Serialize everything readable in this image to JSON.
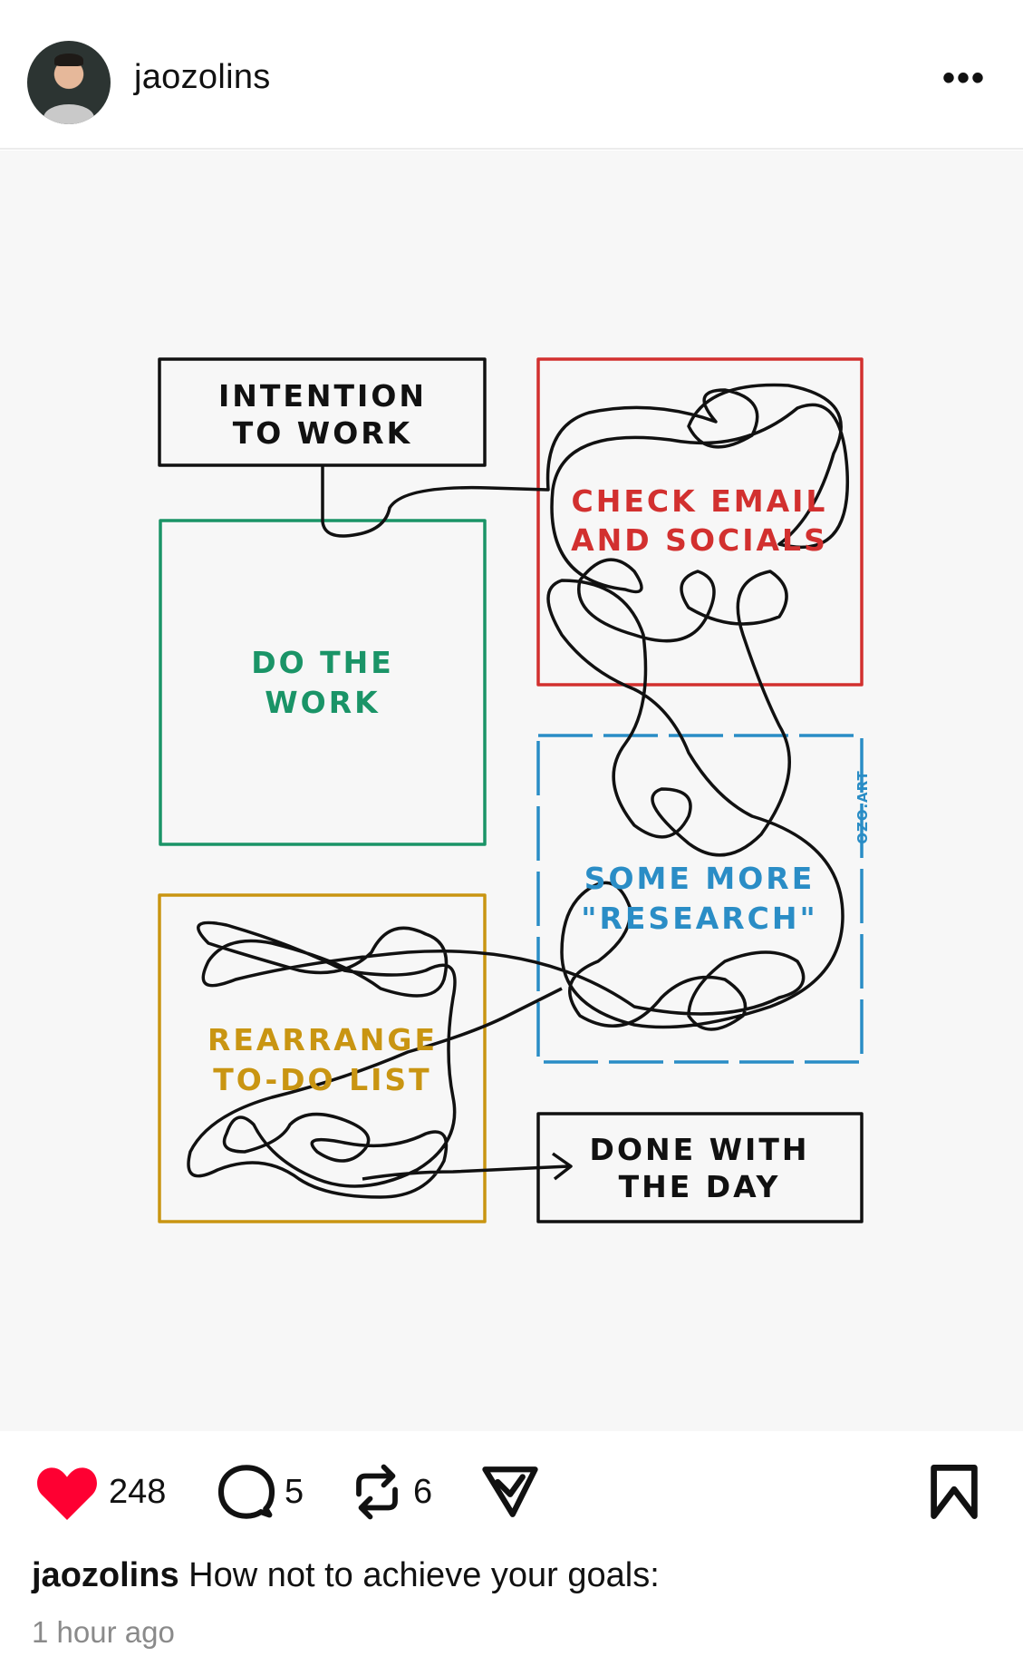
{
  "header": {
    "username": "jaozolins",
    "more_icon": "more-horizontal-icon"
  },
  "post_image": {
    "boxes": {
      "intention": [
        "INTENTION",
        "TO WORK"
      ],
      "do_work": [
        "DO THE",
        "WORK"
      ],
      "check_email": [
        "CHECK EMAIL",
        "AND SOCIALS"
      ],
      "research": [
        "SOME MORE",
        "\"RESEARCH\""
      ],
      "rearrange": [
        "REARRANGE",
        "TO-DO LIST"
      ],
      "done": [
        "DONE WITH",
        "THE DAY"
      ]
    },
    "watermark": "OZO.ART",
    "colors": {
      "green": "#1a9467",
      "red": "#d2302f",
      "blue": "#2a8dc6",
      "yellow": "#c99512",
      "ink": "#111111"
    }
  },
  "actions": {
    "likes": "248",
    "comments": "5",
    "reposts": "6",
    "like_color": "#fe0032"
  },
  "caption": {
    "username": "jaozolins",
    "text": "How not to achieve your goals:"
  },
  "timestamp": "1 hour ago"
}
